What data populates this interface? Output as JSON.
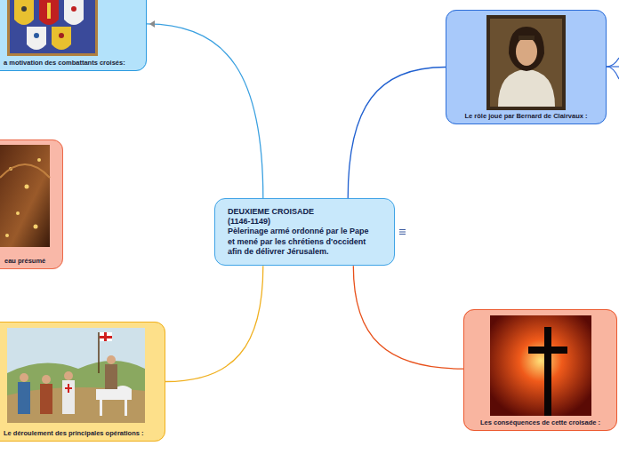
{
  "diagram": {
    "nodes": [
      {
        "text": [
          "DEUXIEME CROISADE (1146-1149)",
          "Pèlerinage armé ordonné par le Pape et mené par les chrétiens d'occident afin de délivrer Jérusalem."
        ]
      },
      {
        "text": [
          "a motivation des combattants croisés:"
        ]
      },
      {
        "text": [
          "Le rôle joué par Bernard de Clairvaux :"
        ]
      },
      {
        "text": [
          "eau présumé"
        ]
      },
      {
        "text": [
          "Le déroulement des principales opérations :"
        ]
      },
      {
        "text": [
          "Les conséquences de cette croisade :"
        ]
      }
    ],
    "edges": [
      {
        "from": 0,
        "to": 1,
        "arrow": "none"
      },
      {
        "from": 0,
        "to": 2,
        "arrow": "none"
      },
      {
        "from": 0,
        "to": 4,
        "arrow": "none"
      },
      {
        "from": 0,
        "to": 5,
        "arrow": "none"
      }
    ]
  }
}
